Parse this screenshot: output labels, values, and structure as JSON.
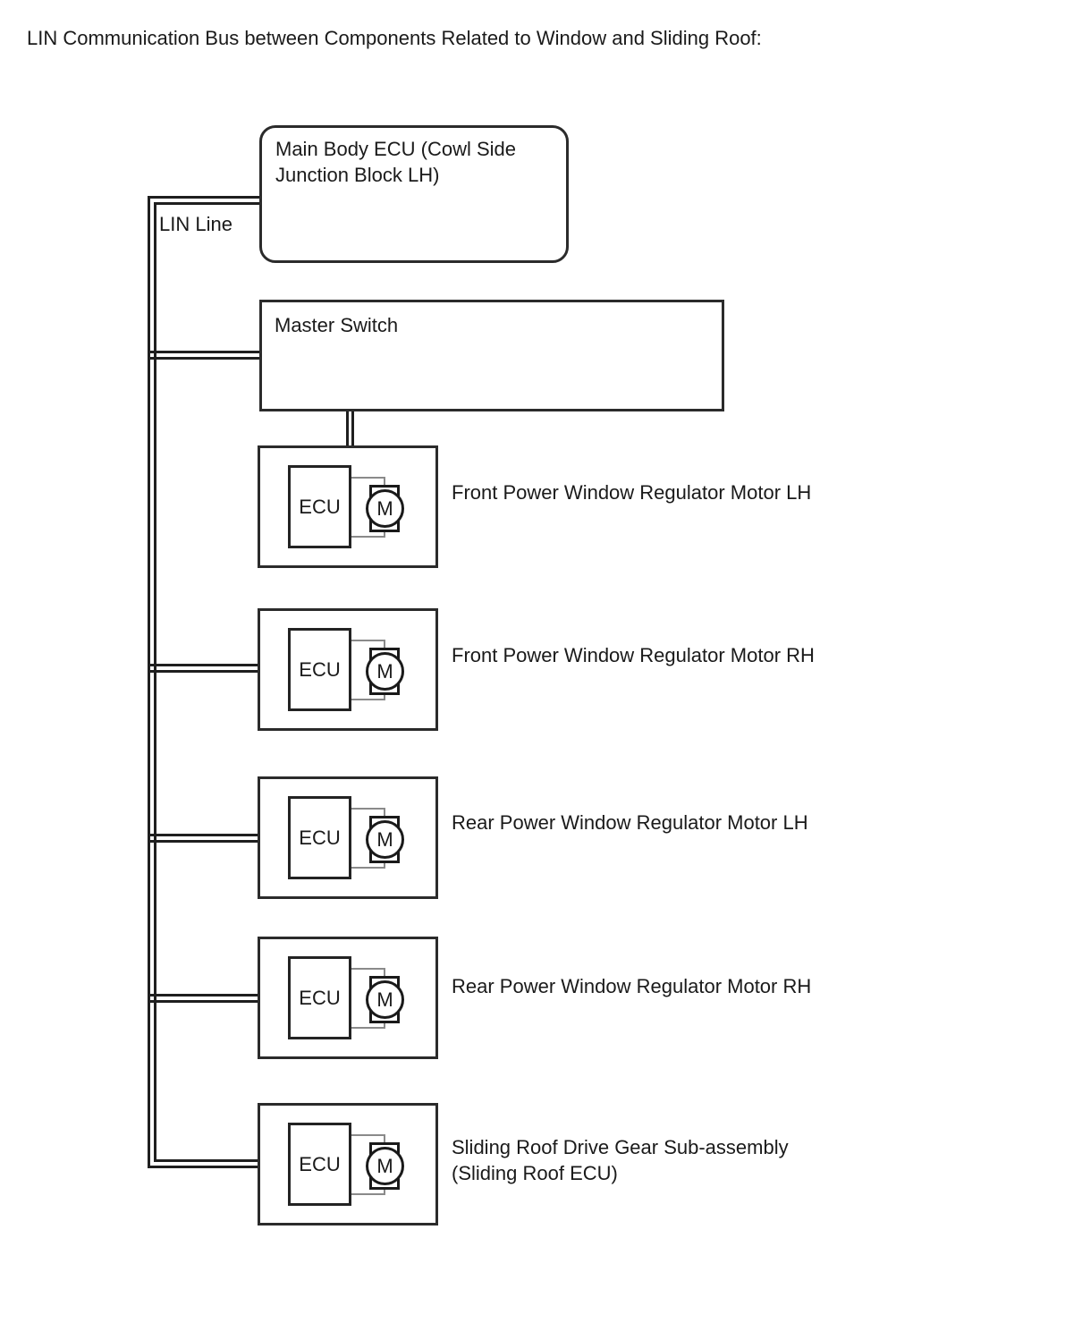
{
  "page": {
    "title": "LIN Communication Bus between Components Related to Window and Sliding Roof:"
  },
  "diagram": {
    "bus_label": "LIN Line",
    "ecu_label": "ECU",
    "motor_label": "M",
    "colors": {
      "line": "#1f1f1f",
      "box_border": "#2b2b2b",
      "text": "#1a1a1a",
      "motor_link_gray": "#8a8a8a",
      "background": "#ffffff"
    },
    "nodes": {
      "main_body_ecu": {
        "label": "Main Body ECU (Cowl Side Junction Block LH)"
      },
      "master_switch": {
        "label": "Master Switch"
      }
    },
    "units": [
      {
        "label": "Front Power Window Regulator Motor LH"
      },
      {
        "label": "Front Power Window Regulator Motor RH"
      },
      {
        "label": "Rear Power Window Regulator Motor LH"
      },
      {
        "label": "Rear Power Window Regulator Motor RH"
      },
      {
        "label": "Sliding Roof Drive Gear Sub-assembly (Sliding Roof ECU)"
      }
    ]
  }
}
